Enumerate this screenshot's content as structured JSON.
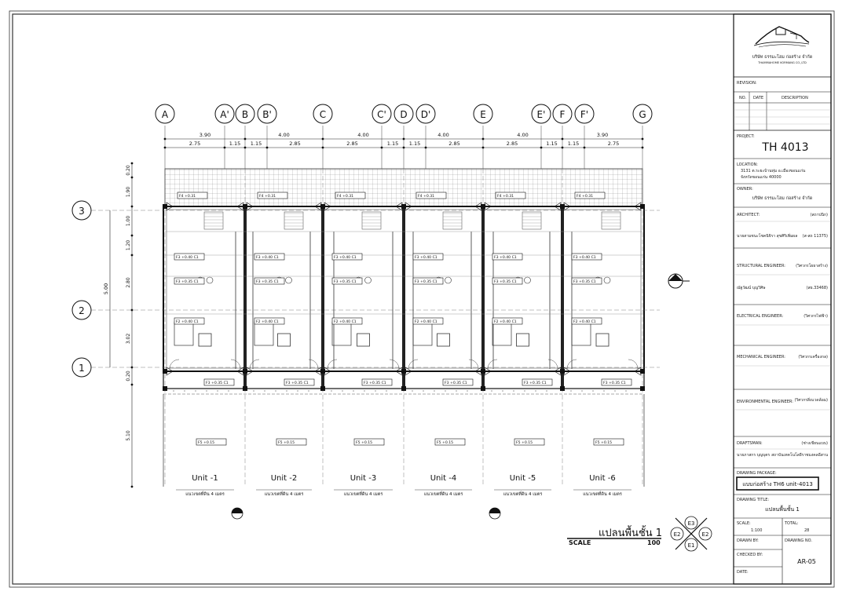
{
  "drawing": {
    "grid_columns": [
      "A",
      "A'",
      "B",
      "B'",
      "C",
      "C'",
      "D",
      "D'",
      "E",
      "E'",
      "F",
      "F'",
      "G"
    ],
    "grid_rows": [
      "3",
      "2",
      "1"
    ],
    "dims_top_row1": [
      "3.90",
      "4.00",
      "4.00",
      "4.00",
      "4.00",
      "3.90"
    ],
    "dims_top_row2": [
      "2.75",
      "1.15",
      "1.15",
      "2.85",
      "2.85",
      "1.15",
      "1.15",
      "2.85",
      "2.85",
      "1.15",
      "1.15",
      "2.75"
    ],
    "dims_left_outer": [
      "5.00"
    ],
    "dims_left_inner": [
      "0.20",
      "1.90",
      "1.00",
      "1.20",
      "2.80",
      "3.02",
      "0.20",
      "5.10"
    ],
    "units": [
      {
        "label": "Unit -1",
        "caption": "แนวเขตที่ดิน 4 เมตร"
      },
      {
        "label": "Unit -2",
        "caption": "แนวเขตที่ดิน 4 เมตร"
      },
      {
        "label": "Unit -3",
        "caption": "แนวเขตที่ดิน 4 เมตร"
      },
      {
        "label": "Unit -4",
        "caption": "แนวเขตที่ดิน 4 เมตร"
      },
      {
        "label": "Unit -5",
        "caption": "แนวเขตที่ดิน 4 เมตร"
      },
      {
        "label": "Unit -6",
        "caption": "แนวเขตที่ดิน 4 เมตร"
      }
    ],
    "room_tags": [
      "F4 +0.31",
      "F3 +0.40 C1",
      "F3 +0.35 C1",
      "F2 +0.40 C1",
      "F3 +0.35 C1",
      "F5 +0.15"
    ],
    "plan_title": "แปลนพื้นชั้น 1",
    "scale_label": "SCALE",
    "scale_value": "100",
    "elevation_marks": [
      "E3",
      "E2",
      "E1",
      "E2"
    ]
  },
  "title_block": {
    "company_th": "บริษัท ธรรมะโฮม ก่อสร้าง จำกัด",
    "company_en": "THAMMAHOME KORMANG CO.,LTD",
    "revision_label": "REVISION:",
    "rev_cols": [
      "NO.",
      "DATE",
      "DESCRIPTION"
    ],
    "project_label": "PROJECT:",
    "project_value": "TH 4013",
    "location_label": "LOCATION:",
    "location_line1": "3131 ต.ระยะบ้านทุ่ม อ.เมืองขอนแก่น",
    "location_line2": "จังหวัดขอนแก่น 40000",
    "owner_label": "OWNER:",
    "owner_value": "บริษัท ธรรมะโฮม ก่อสร้าง จำกัด",
    "architect_label": "ARCHITECT:",
    "architect_role": "(สถาปนิก)",
    "architect_name": "นายสามชนะโชคนิจิรา สุขศิริเพิ่มผล",
    "architect_license": "(ส-สถ 11375)",
    "structural_label": "STRUCTURAL ENGINEER:",
    "structural_role": "(วิศวกรโยธาสร้าง)",
    "structural_name": "ณัฐวัฒน์ บุญวิศิษ",
    "structural_license": "(สย.33468)",
    "electrical_label": "ELECTRICAL ENGINEER:",
    "electrical_role": "(วิศวกรไฟฟ้า)",
    "mechanical_label": "MECHANICAL ENGINEER:",
    "mechanical_role": "(วิศวกรเครื่องกล)",
    "environmental_label": "ENVIRONMENTAL ENGINEER:",
    "environmental_role": "(วิศวกรสิ่งแวดล้อม)",
    "draftsman_label": "DRAFTSMAN:",
    "draftsman_role": "(ช่างเขียนแบบ)",
    "draftsman_name": "นายภาสกร บุญบุตร",
    "draftsman_school": "สถาบันเทคโนโลยีราชมงคลอีสาน",
    "package_label": "DRAWING PACKAGE:",
    "package_value": "แบบก่อสร้าง TH6 unit-4013",
    "title_label": "DRAWING TITLE:",
    "title_value": "แปลนพื้นชั้น 1",
    "scale_label": "SCALE:",
    "scale_value": "1:100",
    "total_label": "TOTAL:",
    "total_value": "28",
    "drawn_label": "DRAWN BY:",
    "drawing_no_label": "DRAWING NO.",
    "checked_label": "CHECKED BY:",
    "drawing_no_value": "AR-05",
    "date_label": "DATE:"
  }
}
